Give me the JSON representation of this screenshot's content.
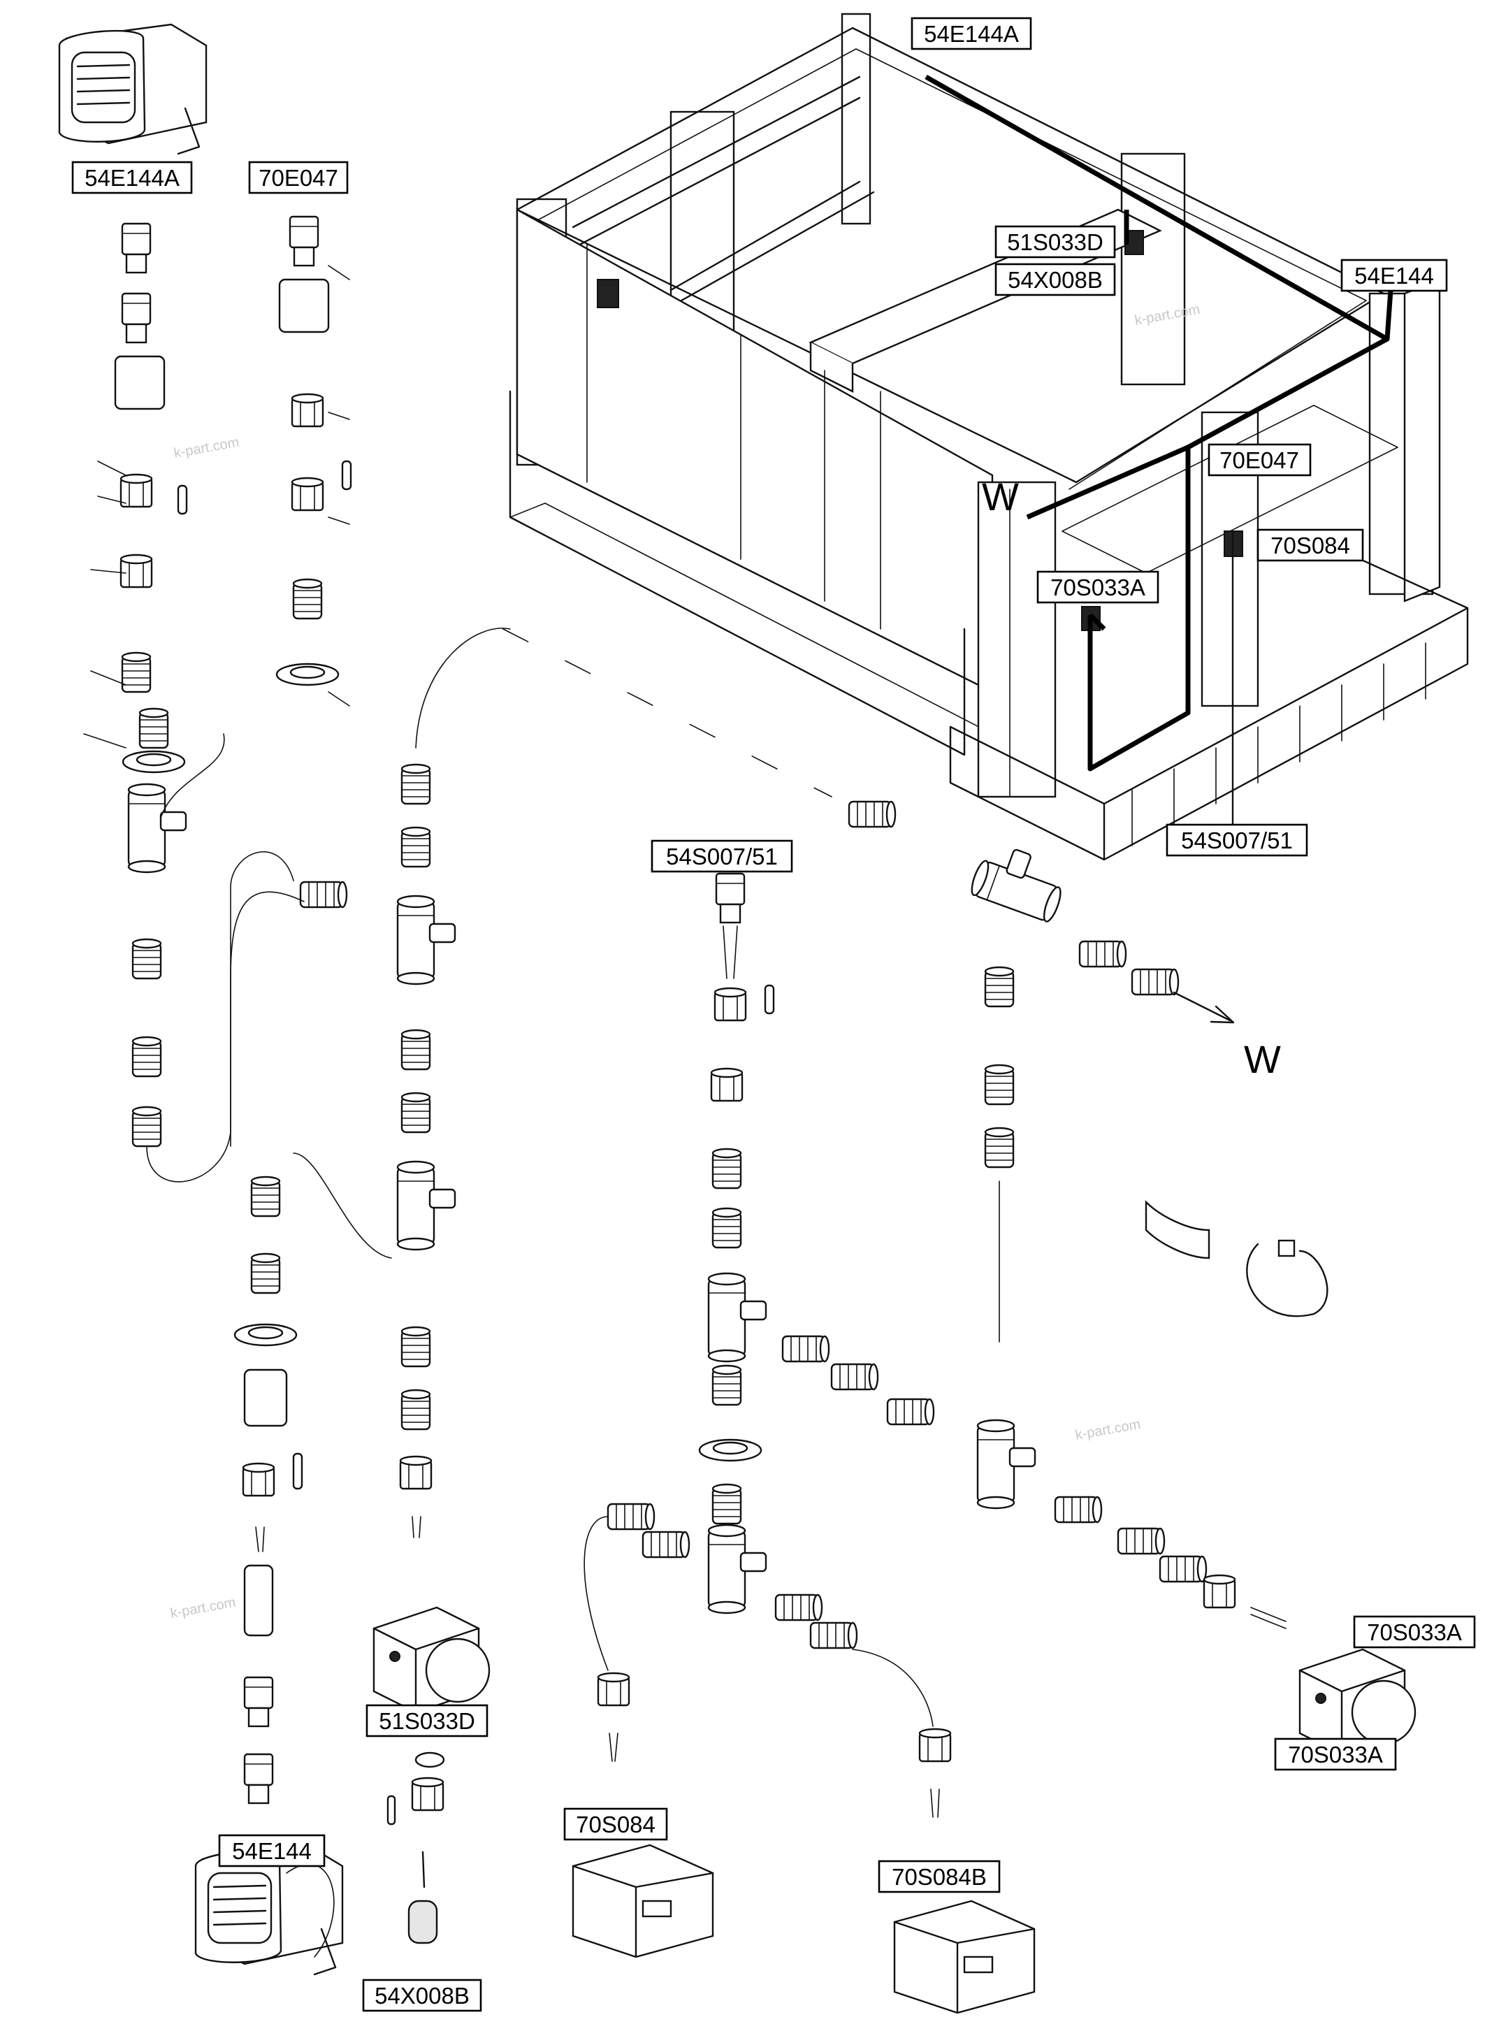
{
  "watermark": "k-part.com",
  "arrow_letter": "W",
  "labels": {
    "top_lamp": "54E144A",
    "top_70e047": "70E047",
    "asm_54e144a": "54E144A",
    "asm_51s033d": "51S033D",
    "asm_54x008b": "54X008B",
    "asm_54e144": "54E144",
    "asm_70e047": "70E047",
    "asm_70s084": "70S084",
    "asm_70s033a": "70S033A",
    "asm_54s007": "54S007/51",
    "mid_54s007": "54S007/51",
    "bot_51s033d": "51S033D",
    "bot_54e144": "54E144",
    "bot_54x008b": "54X008B",
    "bot_70s084": "70S084",
    "bot_70s084b": "70S084B",
    "right_70s033a_top": "70S033A",
    "right_70s033a_bot": "70S033A"
  },
  "colors": {
    "line": "#111111",
    "background": "#ffffff"
  }
}
